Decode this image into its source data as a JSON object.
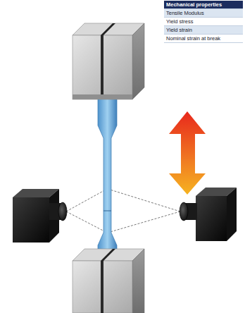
{
  "diagram": {
    "labels": [
      "Mechanical properties",
      "Tensile Modulus",
      "Yield stress",
      "Yield strain",
      "Nominal strain at break"
    ]
  }
}
